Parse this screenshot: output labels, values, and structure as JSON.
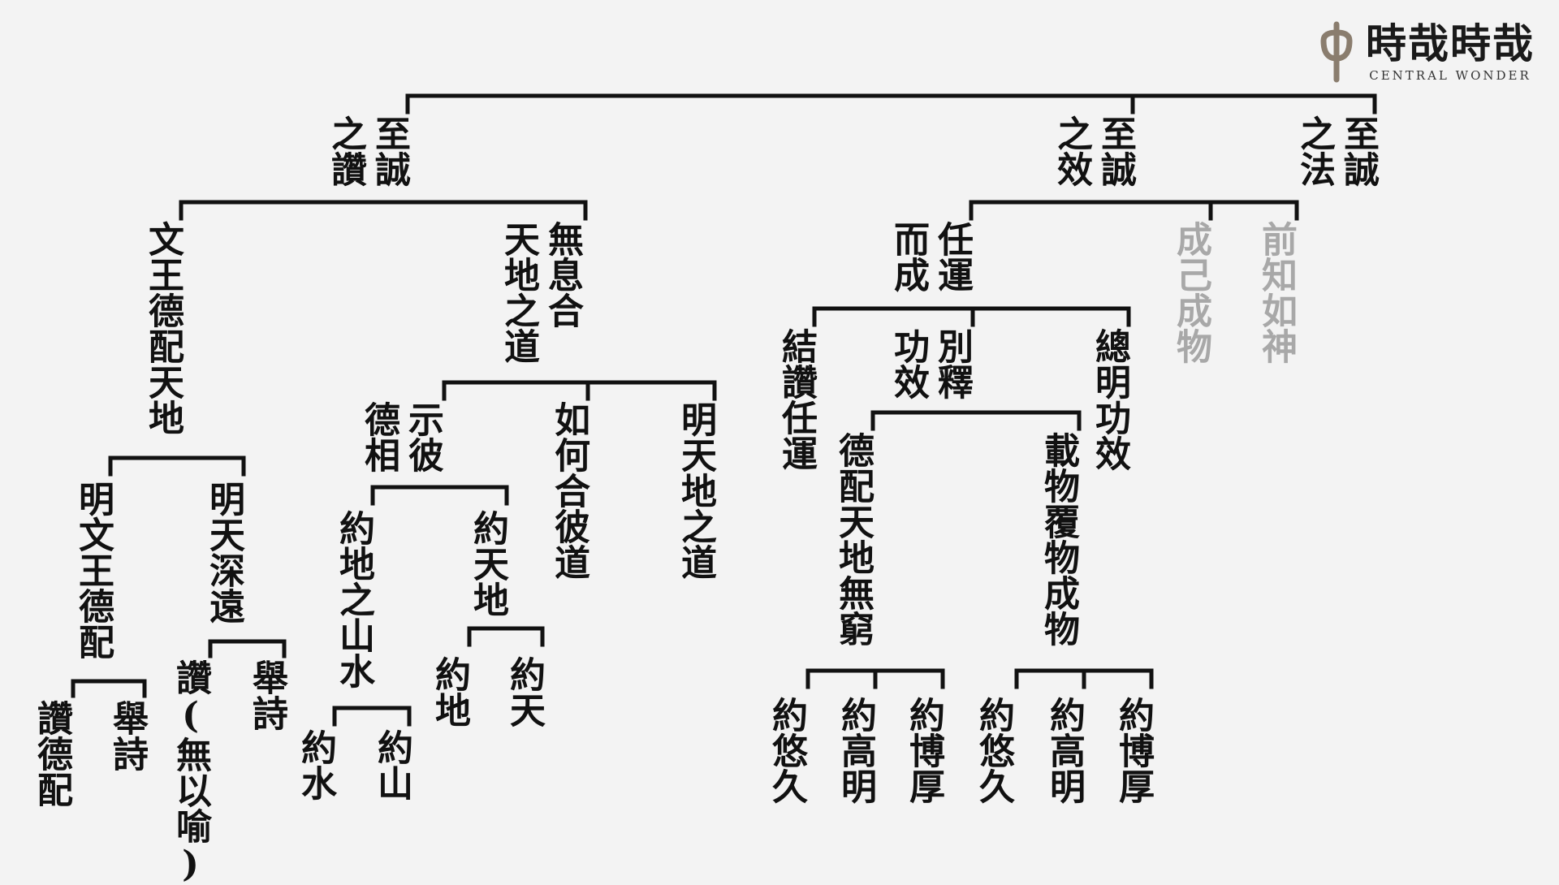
{
  "logo": {
    "title": "時哉時哉",
    "subtitle": "CENTRAL WONDER",
    "mark_color": "#8a7d6e"
  },
  "colors": {
    "line": "#111111",
    "text": "#111111",
    "muted": "#a8a8a8",
    "background": "#f3f3f3"
  },
  "nodes": {
    "n_zanzhi": [
      "至誠",
      "之讚"
    ],
    "n_xiao": [
      "至誠",
      "之效"
    ],
    "n_fa": [
      "至誠",
      "之法"
    ],
    "n_wenwang": [
      "文王德配天地"
    ],
    "n_wuxi": [
      "無息合",
      "天地之道"
    ],
    "n_renyun": [
      "任運",
      "而成"
    ],
    "n_chengji": [
      "成己成物"
    ],
    "n_qianzhi": [
      "前知如神"
    ],
    "n_mingwen": [
      "明文王德配"
    ],
    "n_mingtian": [
      "明天深遠"
    ],
    "n_shibi": [
      "示彼",
      "德相"
    ],
    "n_ruhe": [
      "如何合彼道"
    ],
    "n_mingtiandi": [
      "明天地之道"
    ],
    "n_jiezan": [
      "結讚任運"
    ],
    "n_bieshi": [
      "別釋",
      "功效"
    ],
    "n_zongming": [
      "總明功效"
    ],
    "n_zandepei": [
      "讚德配"
    ],
    "n_jushi1": [
      "舉詩"
    ],
    "n_zanwu": [
      "讚(無以喻)"
    ],
    "n_jushi2": [
      "舉詩"
    ],
    "n_yuedi": [
      "約地之山水"
    ],
    "n_yuetian": [
      "約天地"
    ],
    "n_depei": [
      "德配天地無窮"
    ],
    "n_zaiwu": [
      "載物覆物成物"
    ],
    "n_yueshui": [
      "約水"
    ],
    "n_yueshan": [
      "約山"
    ],
    "n_yuedi2": [
      "約地"
    ],
    "n_yuetian2": [
      "約天"
    ],
    "n_youjiu1": [
      "約悠久"
    ],
    "n_gaoming1": [
      "約高明"
    ],
    "n_bohou1": [
      "約博厚"
    ],
    "n_youjiu2": [
      "約悠久"
    ],
    "n_gaoming2": [
      "約高明"
    ],
    "n_bohou2": [
      "約博厚"
    ]
  }
}
